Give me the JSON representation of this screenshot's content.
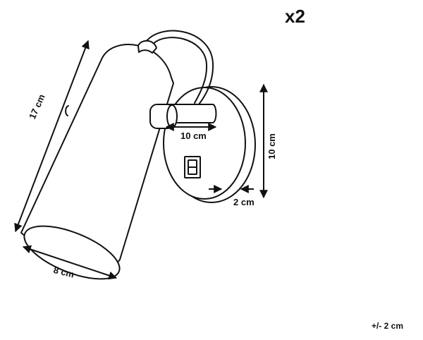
{
  "quantity": "x2",
  "tolerance": "+/- 2 cm",
  "dimensions": {
    "lamp_length": "17 cm",
    "lamp_diameter": "8 cm",
    "arm_length": "10 cm",
    "base_height": "10 cm",
    "base_depth": "2 cm"
  },
  "colors": {
    "line": "#111111",
    "background": "#ffffff"
  }
}
